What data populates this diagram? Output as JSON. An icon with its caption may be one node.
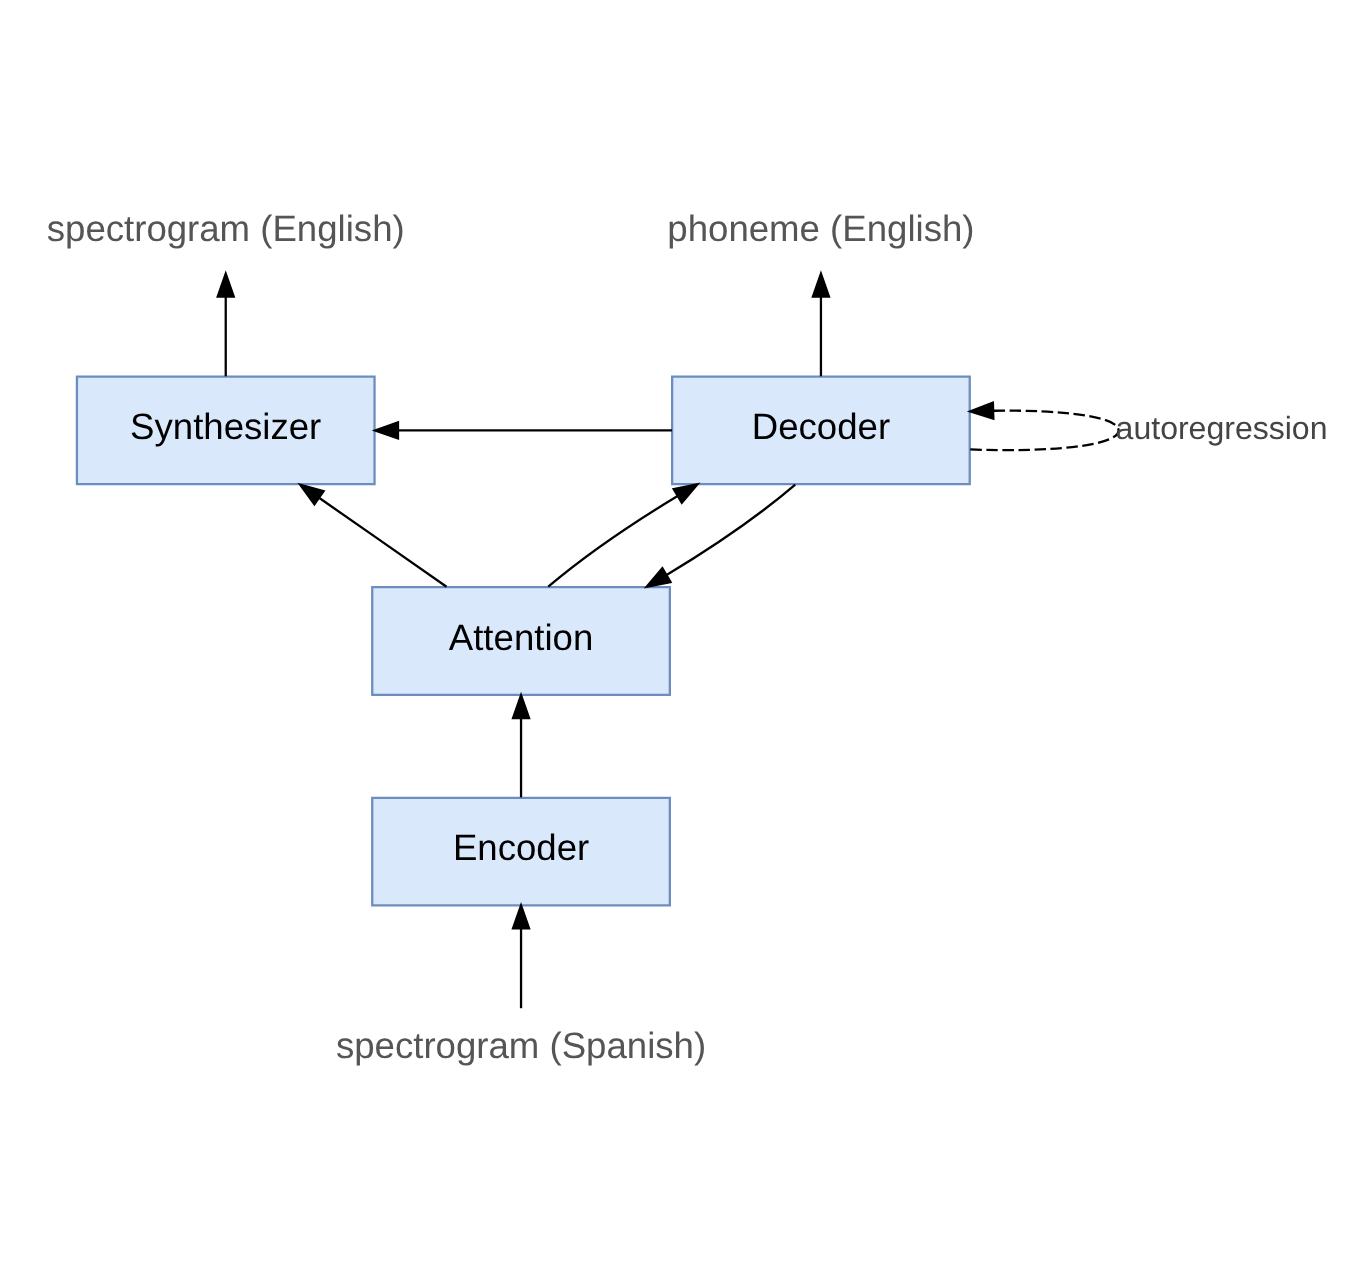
{
  "diagram": {
    "nodes": [
      {
        "text": [
          "spectrogram (English)"
        ]
      },
      {
        "text": [
          "phoneme (English)"
        ]
      },
      {
        "text": [
          "Synthesizer"
        ]
      },
      {
        "text": [
          "Decoder"
        ]
      },
      {
        "text": [
          "Attention"
        ]
      },
      {
        "text": [
          "Encoder"
        ]
      },
      {
        "text": [
          "spectrogram (Spanish)"
        ]
      }
    ],
    "edges": [
      {
        "from": 2,
        "to": 0,
        "arrow": "to"
      },
      {
        "from": 3,
        "to": 1,
        "arrow": "to"
      },
      {
        "from": 3,
        "to": 2,
        "arrow": "to"
      },
      {
        "from": 4,
        "to": 2,
        "arrow": "to"
      },
      {
        "from": 4,
        "to": 3,
        "arrow": "to"
      },
      {
        "from": 3,
        "to": 4,
        "arrow": "to"
      },
      {
        "from": 5,
        "to": 4,
        "arrow": "to"
      },
      {
        "from": 6,
        "to": 5,
        "arrow": "to"
      },
      {
        "from": 3,
        "to": 3,
        "arrow": "to",
        "label": "autoregression",
        "style": "dashed"
      }
    ]
  }
}
